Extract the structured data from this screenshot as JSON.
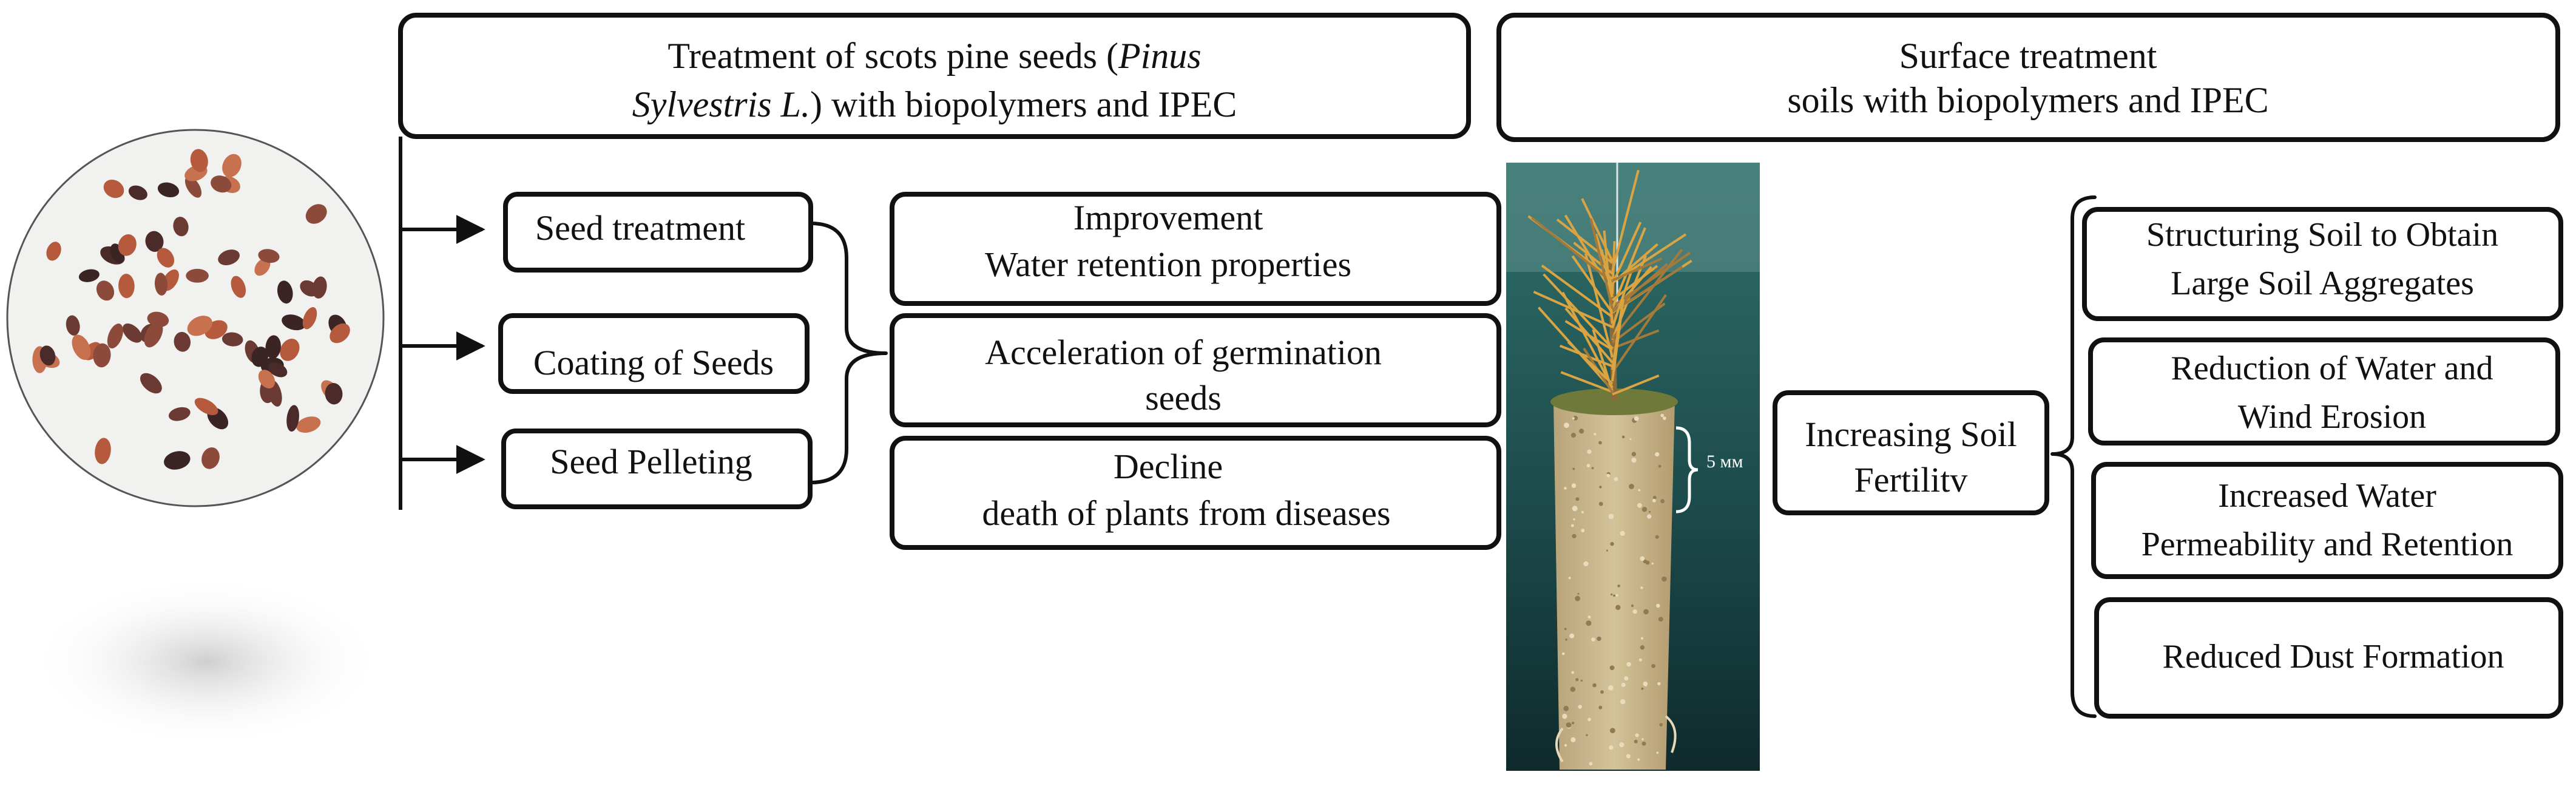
{
  "header_left": {
    "line1_prefix": "Treatment of scots pine seeds (",
    "line1_italic": "Pinus",
    "line2_italic": "Sylvestris L.",
    "line2_suffix": ") with biopolymers and IPEC"
  },
  "header_right": {
    "line1": "Surface treatment",
    "line2": "soils with biopolymers and IPEC"
  },
  "methods": [
    "Seed treatment",
    "Coating of Seeds",
    "Seed Pelleting"
  ],
  "seed_effects": [
    {
      "line1": "Improvement",
      "line2": "Water retention properties"
    },
    {
      "line1": "Acceleration of germination",
      "line2": "seeds"
    },
    {
      "line1": "Decline",
      "line2": "death of plants from diseases"
    }
  ],
  "seedling_scale_label": "5 мм",
  "soil_center": {
    "line1": "Increasing Soil",
    "line2": "Fertilitv"
  },
  "soil_effects": [
    {
      "line1": "Structuring Soil to Obtain",
      "line2": "Large Soil Aggregates"
    },
    {
      "line1": "Reduction of Water and",
      "line2": "Wind Erosion"
    },
    {
      "line1": "Increased Water",
      "line2": "Permeability and Retention"
    },
    {
      "line1": "Reduced Dust Formation",
      "line2": ""
    }
  ],
  "colors": {
    "line": "#111111",
    "photo_background_top": "#2f6f6a",
    "photo_background_bottom": "#0f2a2c",
    "soil": "#c9b68a",
    "needles": "#d9a441",
    "seed_light": "#b55a3c",
    "seed_dark": "#4a2b2a"
  },
  "icons": [
    "pine-seeds-photo-icon",
    "pine-seedling-photo-icon"
  ]
}
